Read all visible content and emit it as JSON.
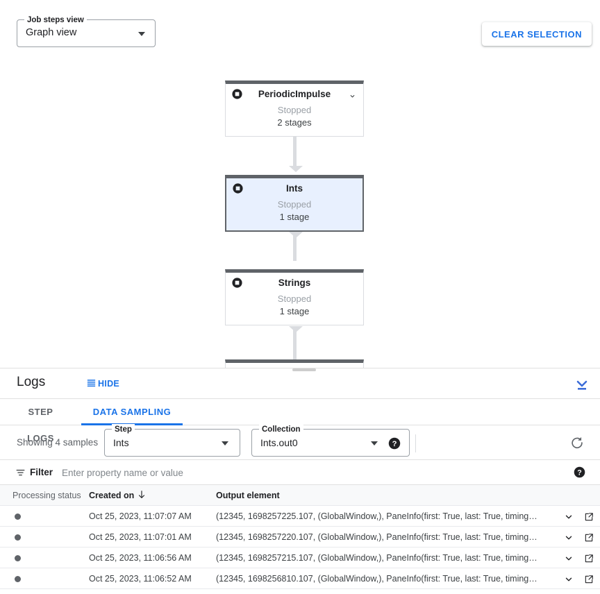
{
  "graph": {
    "job_steps_view": {
      "label": "Job steps view",
      "value": "Graph view"
    },
    "clear_selection_label": "CLEAR SELECTION",
    "nodes": [
      {
        "title": "PeriodicImpulse",
        "status": "Stopped",
        "stages": "2 stages",
        "selected": false,
        "has_chevron": true
      },
      {
        "title": "Ints",
        "status": "Stopped",
        "stages": "1 stage",
        "selected": true,
        "has_chevron": false
      },
      {
        "title": "Strings",
        "status": "Stopped",
        "stages": "1 stage",
        "selected": false,
        "has_chevron": false
      }
    ]
  },
  "logs": {
    "title": "Logs",
    "hide_label": "HIDE",
    "tabs": [
      {
        "label": "STEP LOGS",
        "active": false
      },
      {
        "label": "DATA SAMPLING",
        "active": true
      }
    ],
    "sampling": {
      "showing_label": "Showing 4 samples",
      "step": {
        "label": "Step",
        "value": "Ints"
      },
      "collection": {
        "label": "Collection",
        "value": "Ints.out0"
      }
    },
    "filter": {
      "label": "Filter",
      "placeholder": "Enter property name or value",
      "value": ""
    },
    "table": {
      "columns": [
        "Processing status",
        "Created on",
        "Output element"
      ],
      "sort_column": "Created on",
      "sort_direction": "desc",
      "rows": [
        {
          "status": "processed",
          "created_on": "Oct 25, 2023, 11:07:07 AM",
          "output_element": "(12345, 1698257225.107, (GlobalWindow,), PaneInfo(first: True, last: True, timing…"
        },
        {
          "status": "processed",
          "created_on": "Oct 25, 2023, 11:07:01 AM",
          "output_element": "(12345, 1698257220.107, (GlobalWindow,), PaneInfo(first: True, last: True, timing…"
        },
        {
          "status": "processed",
          "created_on": "Oct 25, 2023, 11:06:56 AM",
          "output_element": "(12345, 1698257215.107, (GlobalWindow,), PaneInfo(first: True, last: True, timing…"
        },
        {
          "status": "processed",
          "created_on": "Oct 25, 2023, 11:06:52 AM",
          "output_element": "(12345, 1698256810.107, (GlobalWindow,), PaneInfo(first: True, last: True, timing…"
        }
      ]
    }
  },
  "colors": {
    "accent_blue": "#1a73e8",
    "node_bar": "#5f6368",
    "selected_node_bg": "#e8f0fe"
  }
}
